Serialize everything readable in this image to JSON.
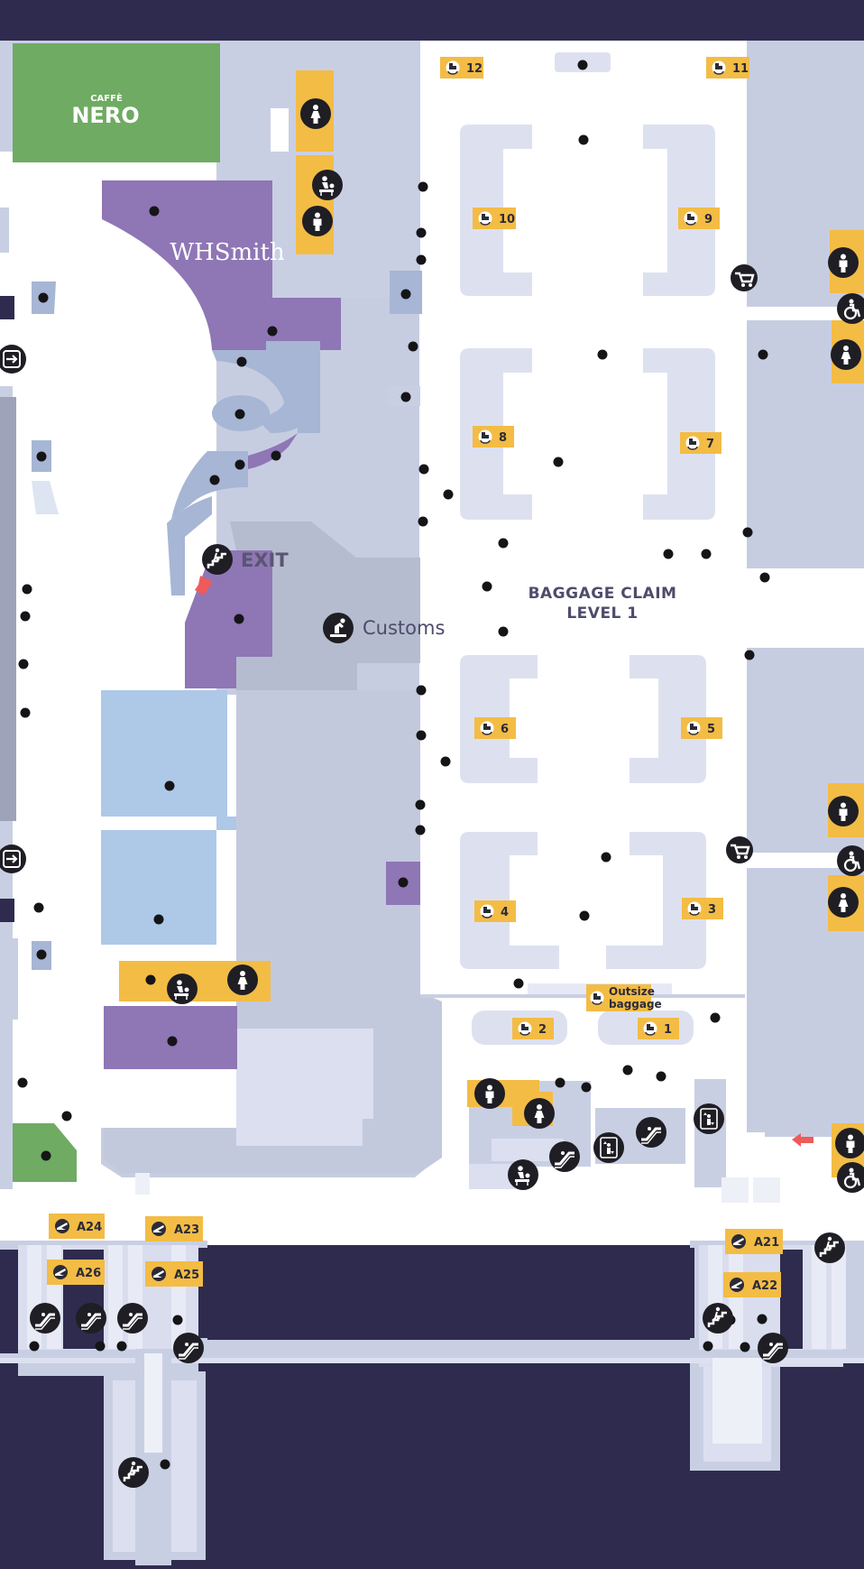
{
  "title": {
    "line1": "BAGGAGE CLAIM",
    "line2": "LEVEL 1"
  },
  "labels": {
    "customs": "Customs",
    "exit": "EXIT",
    "whsmith": "WHSmith",
    "nero_small": "CAFFÈ",
    "nero_big": "NERO",
    "outsize_1": "Outsize",
    "outsize_2": "baggage"
  },
  "belts": [
    "12",
    "11",
    "10",
    "9",
    "8",
    "7",
    "6",
    "5",
    "4",
    "3",
    "2",
    "1"
  ],
  "gates": [
    "A24",
    "A23",
    "A26",
    "A25",
    "A21",
    "A22"
  ],
  "colors": {
    "background": "#2f2b4e",
    "floor": "#ffffff",
    "building": "#c5cbe0",
    "shop_purple": "#8f76b5",
    "shop_blue": "#aec8e8",
    "cafe_green": "#6fab63",
    "facility_yellow": "#f3bc45",
    "icon_dark": "#1e1e24",
    "exit_red": "#ef5a5a"
  },
  "icons": [
    "toilet-man-icon",
    "toilet-woman-icon",
    "baby-change-icon",
    "accessible-toilet-icon",
    "escalator-icon",
    "lift-icon",
    "stairs-icon",
    "exit-door-icon",
    "customs-icon",
    "baggage-belt-icon",
    "departure-gate-icon",
    "trolley-icon",
    "outsize-baggage-icon"
  ]
}
